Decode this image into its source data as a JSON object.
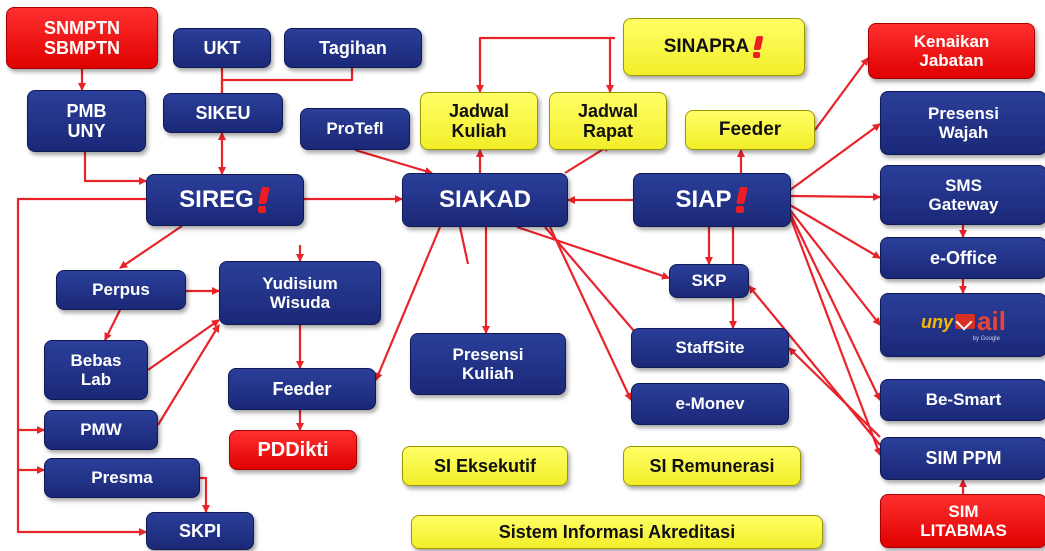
{
  "nodes": {
    "snmptn": "SNMPTN\nSBMPTN",
    "ukt": "UKT",
    "tagihan": "Tagihan",
    "pmb": "PMB\nUNY",
    "sikeu": "SIKEU",
    "protefl": "ProTefl",
    "jadwal_kuliah": "Jadwal\nKuliah",
    "jadwal_rapat": "Jadwal\nRapat",
    "sinapra": "SINAPRA",
    "feeder_top": "Feeder",
    "kenaikan": "Kenaikan\nJabatan",
    "presensi_wajah": "Presensi\nWajah",
    "sireg": "SIREG",
    "siakad": "SIAKAD",
    "siap": "SIAP",
    "sms_gateway": "SMS\nGateway",
    "skp": "SKP",
    "e_office": "e-Office",
    "perpus": "Perpus",
    "yudisium": "Yudisium\nWisuda",
    "bebas_lab": "Bebas\nLab",
    "presensi_kuliah": "Presensi\nKuliah",
    "staffsite": "StaffSite",
    "feeder_mid": "Feeder",
    "e_monev": "e-Monev",
    "be_smart": "Be-Smart",
    "pmw": "PMW",
    "pddikti": "PDDikti",
    "si_eksekutif_a": "SI ",
    "si_eksekutif_b": "Eksekutif",
    "si_remunerasi": "SI Remunerasi",
    "sim_ppm": "SIM PPM",
    "presma": "Presma",
    "skpi": "SKPI",
    "akreditasi": "Sistem Informasi Akreditasi",
    "sim_litabmas": "SIM\nLITABMAS"
  },
  "umail": {
    "prefix": "uny",
    "word": "ail",
    "byline": "by Google"
  },
  "colors": {
    "blue_node": "#1f2f88",
    "red_node": "#ee1c24",
    "yellow_node": "#f7f43a",
    "arrow": "#e8232a",
    "exclamation": "#ee1c24"
  }
}
